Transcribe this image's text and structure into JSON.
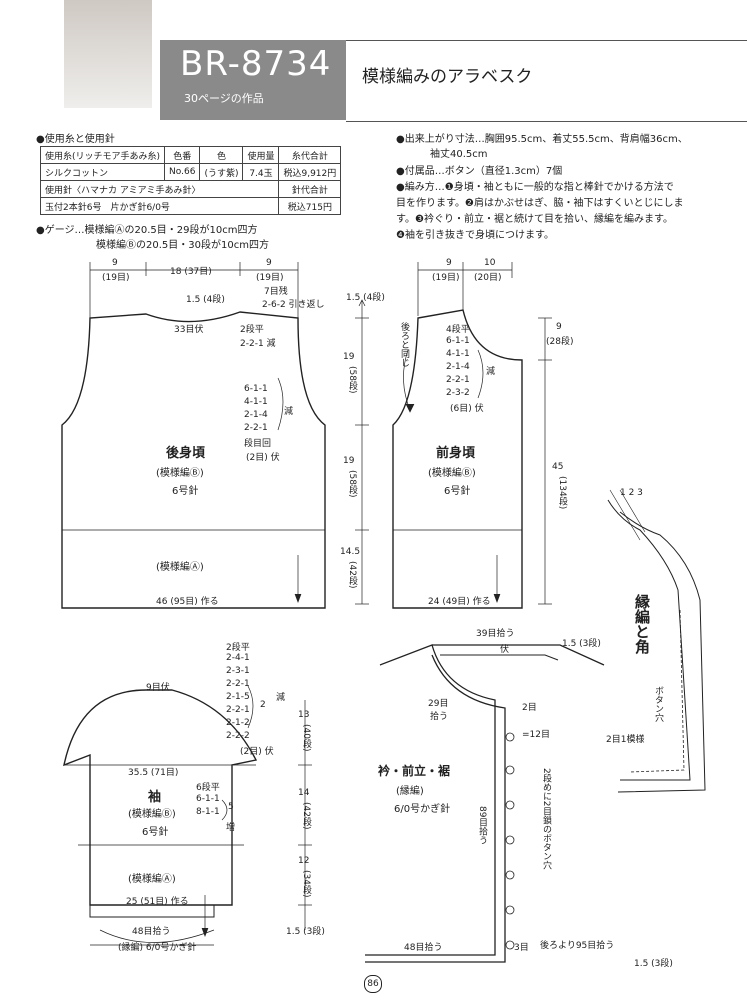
{
  "header": {
    "code": "BR-8734",
    "page_ref": "30ページの作品",
    "title": "模様編みのアラベスク"
  },
  "materials": {
    "heading": "●使用糸と使用針",
    "yarn_header": [
      "使用糸(リッチモア手あみ糸)",
      "色番",
      "色",
      "使用量",
      "糸代合計"
    ],
    "yarn_row": [
      "シルクコットン",
      "No.66",
      "(うす紫)",
      "7.4玉",
      "税込9,912円"
    ],
    "needle_header": [
      "使用針〈ハマナカ アミアミ手あみ針〉",
      "針代合計"
    ],
    "needle_row": [
      "玉付2本針6号　片かぎ針6/0号",
      "税込715円"
    ],
    "gauge_line1": "●ゲージ…模様編Ⓐの20.5目・29段が10cm四方",
    "gauge_line2": "模様編Ⓑの20.5目・30段が10cm四方"
  },
  "info": {
    "line1": "●出来上がり寸法…胸囲95.5cm、着丈55.5cm、背肩幅36cm、",
    "line2": "袖丈40.5cm",
    "line3": "●付属品…ボタン（直径1.3cm）7個",
    "line4": "●編み方…❶身頃・袖ともに一般的な指と棒針でかける方法で",
    "line5": "目を作ります。❷肩はかぶせはぎ、脇・袖下はすくいとじにしま",
    "line6": "す。❸衿ぐり・前立・裾と続けて目を拾い、縁編を編みます。",
    "line7": "❹袖を引き抜きで身頃につけます。"
  },
  "back": {
    "w_left": "9",
    "w_left_r": "(19目)",
    "w_mid": "18 (37目)",
    "w_right": "9",
    "w_right_r": "(19目)",
    "shoulder_a": "1.5 (4段)",
    "shoulder_b": "7目残",
    "shoulder_c": "2-6-2 引き返し",
    "neck": "33目伏",
    "neck2": "2段平",
    "neck3": "2-2-1 減",
    "arm1": "6-1-1",
    "arm2": "4-1-1",
    "arm3": "2-1-4",
    "arm4": "2-2-1",
    "arm5": "段目回",
    "arm6": "(2目) 伏",
    "arm_dec": "減",
    "name": "後身頃",
    "pattern": "(模様編Ⓑ)",
    "needle": "6号針",
    "hem_pattern": "(模様編Ⓐ)",
    "cast_on": "46 (95目) 作る",
    "h1": "19",
    "h1r": "(58段)",
    "h2": "19",
    "h2r": "(58段)",
    "h3": "14.5",
    "h3r": "(42段)"
  },
  "front": {
    "w1": "9",
    "w1r": "(19目)",
    "w2": "10",
    "w2r": "(20目)",
    "shoulder": "1.5 (4段)",
    "same_as_back": "後ろと同じ",
    "neck0": "4段平",
    "neck1": "6-1-1",
    "neck2": "4-1-1",
    "neck3": "2-1-4",
    "neck4": "2-2-1",
    "neck5": "2-3-2",
    "neck6": "(6目) 伏",
    "dec": "減",
    "name": "前身頃",
    "pattern": "(模様編Ⓑ)",
    "needle": "6号針",
    "cast_on": "24 (49目) 作る",
    "h_top": "9",
    "h_top_r": "(28段)",
    "h_total": "45",
    "h_total_r": "(134段)"
  },
  "sleeve": {
    "cap0": "2段平",
    "cap1": "2-4-1",
    "cap2": "2-3-1",
    "cap3": "2-2-1",
    "cap4": "2-1-5",
    "cap5": "2-2-1",
    "cap6": "2-1-2",
    "cap7": "2-2-2",
    "cap8": "(2目) 伏",
    "cap_dec": "減",
    "cap_rep": "2",
    "top": "9目伏",
    "width": "35.5 (71目)",
    "inc0": "6段平",
    "inc1": "6-1-1",
    "inc2": "8-1-1",
    "inc_rep": "5",
    "inc": "増",
    "name": "袖",
    "pattern": "(模様編Ⓑ)",
    "needle": "6号針",
    "hem_pattern": "(模様編Ⓐ)",
    "cast_on": "25 (51目) 作る",
    "pick": "48目拾う",
    "edge": "(縁編) 6/0号かぎ針",
    "h1": "13",
    "h1r": "(40段)",
    "h2": "14",
    "h2r": "(42段)",
    "h3": "12",
    "h3r": "(34段)",
    "h4": "1.5 (3段)"
  },
  "collar": {
    "pick_top": "39目拾う",
    "bind": "伏",
    "right_h": "1.5 (3段)",
    "pick_side": "29目",
    "pick_side2": "拾う",
    "st2": "2目",
    "st12": "=12目",
    "button_note": "2段めに2目鎖のボタン穴",
    "pick_front": "89目拾う",
    "name": "衿・前立・裾",
    "edge": "(縁編)",
    "needle": "6/0号かぎ針",
    "pick_bottom": "48目拾う",
    "st3": "3目",
    "back_note": "後ろより95目拾う",
    "bottom_h": "1.5 (3段)"
  },
  "edging": {
    "title": "縁編と角",
    "nums": "1 2 3",
    "buttonhole": "ボタン穴",
    "pattern": "2目1模様"
  },
  "page_number": "86"
}
